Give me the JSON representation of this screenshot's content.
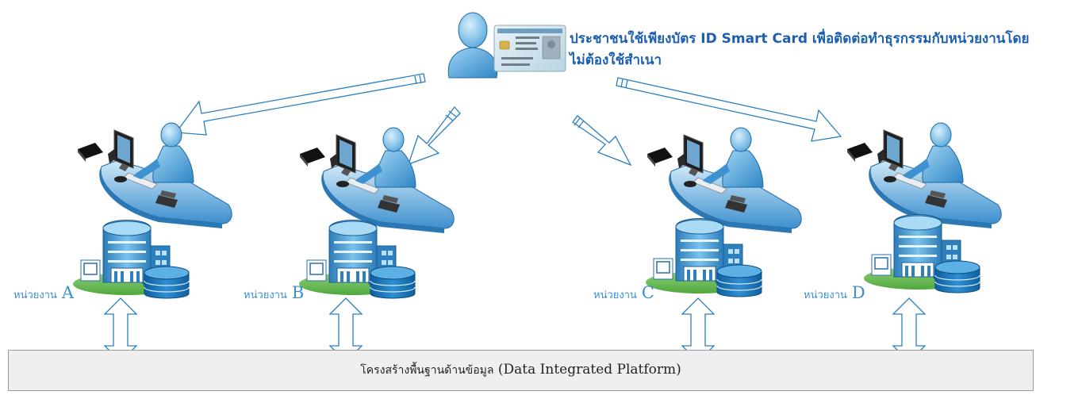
{
  "caption": {
    "line1": "ประชาชนใช้เพียงบัตร ID Smart Card เพื่อติดต่อทำธุรกรรมกับหน่วยงานโดย",
    "line2": "ไม่ต้องใช้สำเนา"
  },
  "units": [
    {
      "prefix": "หน่วยงาน",
      "letter": "A"
    },
    {
      "prefix": "หน่วยงาน",
      "letter": "B"
    },
    {
      "prefix": "หน่วยงาน",
      "letter": "C"
    },
    {
      "prefix": "หน่วยงาน",
      "letter": "D"
    }
  ],
  "platform": {
    "thai": "โครงสร้างพื้นฐานด้านข้อมูล",
    "english": "(Data Integrated Platform)"
  },
  "icons": {
    "citizen": "citizen-person-icon",
    "card": "id-smart-card-icon",
    "desk": "officer-desk-icon",
    "building": "agency-building-icon",
    "database": "database-icon"
  },
  "colors": {
    "arrow_stroke": "#2a7fbf",
    "caption_text": "#1c5fb0",
    "unit_label": "#3a8fd0",
    "platform_fill": "#efefef"
  }
}
